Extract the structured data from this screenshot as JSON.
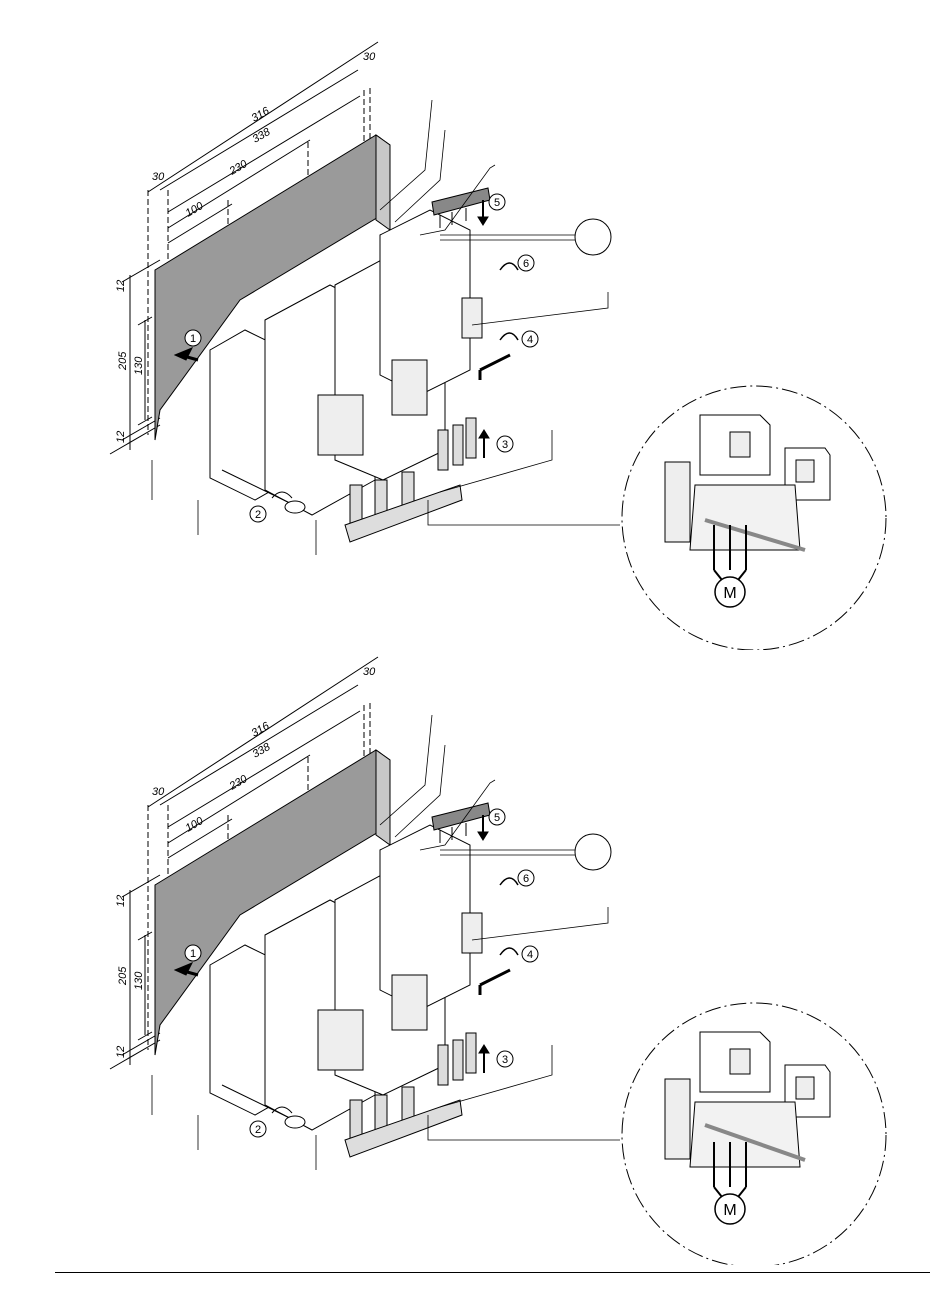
{
  "figures": [
    {
      "id": "top",
      "dimensions": {
        "d30_top": "30",
        "d316": "316",
        "d338": "338",
        "d230": "230",
        "d100": "100",
        "d30_left": "30",
        "d12_upper": "12",
        "d205": "205",
        "d130": "130",
        "d12_lower": "12"
      },
      "steps": [
        "1",
        "2",
        "3",
        "4",
        "5",
        "6"
      ],
      "motor_label": "M"
    },
    {
      "id": "bottom",
      "dimensions": {
        "d30_top": "30",
        "d316": "316",
        "d338": "338",
        "d230": "230",
        "d100": "100",
        "d30_left": "30",
        "d12_upper": "12",
        "d205": "205",
        "d130": "130",
        "d12_lower": "12"
      },
      "steps": [
        "1",
        "2",
        "3",
        "4",
        "5",
        "6"
      ],
      "motor_label": "M"
    }
  ]
}
